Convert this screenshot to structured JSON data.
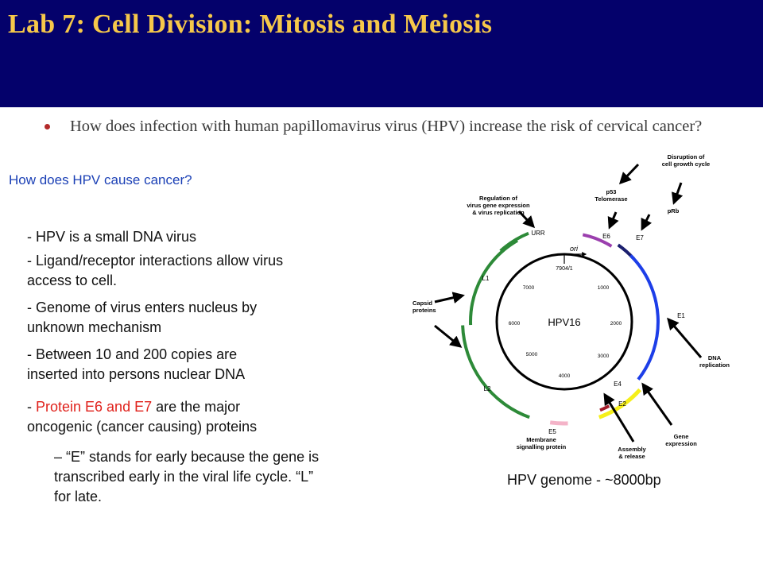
{
  "slide": {
    "title": "Lab 7: Cell Division: Mitosis and Meiosis",
    "question": "How does infection with human papillomavirus virus (HPV) increase the risk of cervical cancer?",
    "subheading": "How does HPV cause cancer?",
    "points": {
      "p1": "- HPV is a small DNA virus",
      "p2": "- Ligand/receptor interactions allow virus access to cell.",
      "p3": "- Genome of virus enters nucleus by unknown mechanism",
      "p4": "- Between 10 and 200 copies are inserted into persons nuclear DNA",
      "p5_prefix": "- ",
      "p5_red": "Protein E6 and E7",
      "p5_rest": " are the major oncogenic (cancer causing) proteins",
      "p6": "– “E” stands for early because the gene is transcribed early in the viral life cycle. “L” for late."
    },
    "caption": "HPV genome - ~8000bp"
  },
  "diagram": {
    "center_label": "HPV16",
    "ori_label": "ori",
    "top_label": "7904/1",
    "ticks": {
      "t1000": "1000",
      "t2000": "2000",
      "t3000": "3000",
      "t4000": "4000",
      "t5000": "5000",
      "t6000": "6000",
      "t7000": "7000"
    },
    "genes": {
      "urr": "URR",
      "e6": "E6",
      "e7": "E7",
      "e1": "E1",
      "e2": "E2",
      "e4": "E4",
      "e5": "E5",
      "l1": "L1",
      "l2": "L2"
    },
    "annotations": {
      "disruption": [
        "Disruption of",
        "cell growth cycle"
      ],
      "p53": [
        "p53",
        "Telomerase"
      ],
      "prb": [
        "pRb"
      ],
      "regulation": [
        "Regulation of",
        "virus gene expression",
        "& virus replication"
      ],
      "capsid": [
        "Capsid",
        "proteins"
      ],
      "dna_rep": [
        "DNA",
        "replication"
      ],
      "gene_exp": [
        "Gene",
        "expression"
      ],
      "assembly": [
        "Assembly",
        "& release"
      ],
      "membrane": [
        "Membrane",
        "signalling protein"
      ]
    },
    "colors": {
      "e6": "#9b3fae",
      "e7": "#1b1f6e",
      "e1": "#1d3ee8",
      "e2": "#f5ef1a",
      "e4": "#a31c2a",
      "e5": "#f4b3c8",
      "l": "#2d8a38",
      "urr": "#2d8a38",
      "header": "#04016b",
      "title": "#f6c84a",
      "subheading": "#1a3fb5",
      "red_text": "#e0221c"
    }
  }
}
